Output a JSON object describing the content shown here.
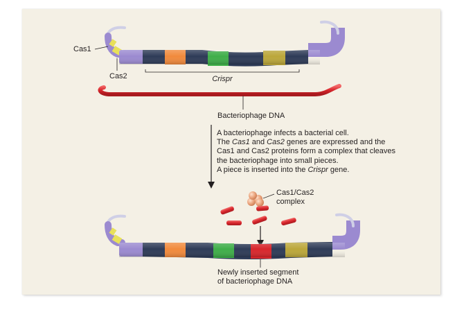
{
  "labels": {
    "cas1": "Cas1",
    "cas2": "Cas2",
    "crispr": "Crispr",
    "bacteriophage_dna": "Bacteriophage DNA",
    "complex_line1": "Cas1/Cas2",
    "complex_line2": "complex",
    "inserted_line1": "Newly inserted segment",
    "inserted_line2": "of bacteriophage DNA"
  },
  "step_text": {
    "line1": "A bacteriophage infects a bacterial cell.",
    "line2_a": "The ",
    "line2_b": "Cas1",
    "line2_c": " and ",
    "line2_d": "Cas2",
    "line2_e": " genes are expressed and the",
    "line3": "Cas1 and Cas2 proteins form a complex that cleaves",
    "line4": "the bacteriophage into small pieces.",
    "line5_a": "A piece is inserted into the ",
    "line5_b": "Crispr",
    "line5_c": " gene."
  },
  "colors": {
    "panel_background": "#f4f0e5",
    "dna_navy": "#2e3b57",
    "cas_purple": "#9b8ad0",
    "cas1_yellow": "#e8e05a",
    "orange_segment": "#f18a3c",
    "green_segment": "#3fae49",
    "olive_segment": "#bba73a",
    "phage_red": "#d8262c",
    "complex_orange": "#e9a27a"
  }
}
